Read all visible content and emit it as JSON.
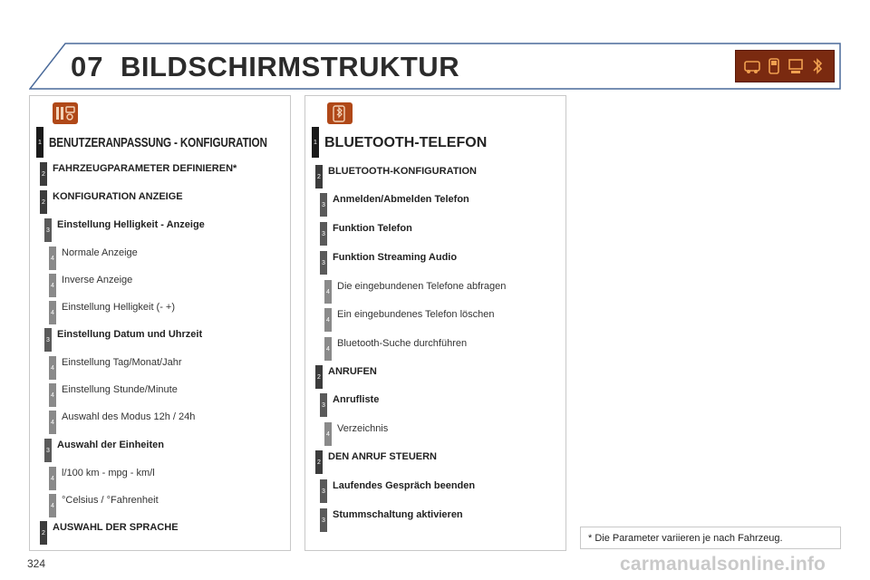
{
  "header": {
    "chapter_number": "07",
    "title": "BILDSCHIRMSTRUKTUR",
    "icon_colors": {
      "bar": "#7a2a10",
      "icon": "#f0a050"
    }
  },
  "left_panel": {
    "icon": "car-settings-icon",
    "items": [
      {
        "level": "1",
        "label": "BENUTZERANPASSUNG - KONFIGURATION"
      },
      {
        "level": "2",
        "label": "FAHRZEUGPARAMETER DEFINIEREN*"
      },
      {
        "level": "2",
        "label": "KONFIGURATION ANZEIGE"
      },
      {
        "level": "3",
        "label": "Einstellung Helligkeit - Anzeige"
      },
      {
        "level": "4",
        "label": "Normale Anzeige"
      },
      {
        "level": "4",
        "label": "Inverse Anzeige"
      },
      {
        "level": "4",
        "label": "Einstellung Helligkeit (- +)"
      },
      {
        "level": "3",
        "label": "Einstellung Datum und Uhrzeit"
      },
      {
        "level": "4",
        "label": "Einstellung Tag/Monat/Jahr"
      },
      {
        "level": "4",
        "label": "Einstellung Stunde/Minute"
      },
      {
        "level": "4",
        "label": "Auswahl des Modus 12h / 24h"
      },
      {
        "level": "3",
        "label": "Auswahl der Einheiten"
      },
      {
        "level": "4",
        "label": "l/100 km - mpg - km/l"
      },
      {
        "level": "4",
        "label": "°Celsius / °Fahrenheit"
      },
      {
        "level": "2",
        "label": "AUSWAHL DER SPRACHE"
      }
    ]
  },
  "right_panel": {
    "icon": "bluetooth-phone-icon",
    "items": [
      {
        "level": "1",
        "label": "BLUETOOTH-TELEFON"
      },
      {
        "level": "2",
        "label": "BLUETOOTH-KONFIGURATION"
      },
      {
        "level": "3",
        "label": "Anmelden/Abmelden Telefon"
      },
      {
        "level": "3",
        "label": "Funktion Telefon"
      },
      {
        "level": "3",
        "label": "Funktion Streaming Audio"
      },
      {
        "level": "4",
        "label": "Die eingebundenen Telefone abfragen"
      },
      {
        "level": "4",
        "label": "Ein eingebundenes Telefon löschen"
      },
      {
        "level": "4",
        "label": "Bluetooth-Suche durchführen"
      },
      {
        "level": "2",
        "label": "ANRUFEN"
      },
      {
        "level": "3",
        "label": "Anrufliste"
      },
      {
        "level": "4",
        "label": "Verzeichnis"
      },
      {
        "level": "2",
        "label": "DEN ANRUF STEUERN"
      },
      {
        "level": "3",
        "label": "Laufendes Gespräch beenden"
      },
      {
        "level": "3",
        "label": "Stummschaltung aktivieren"
      }
    ]
  },
  "footnote": "* Die Parameter variieren je nach Fahrzeug.",
  "page_number": "324",
  "watermark": "carmanualsonline.info"
}
